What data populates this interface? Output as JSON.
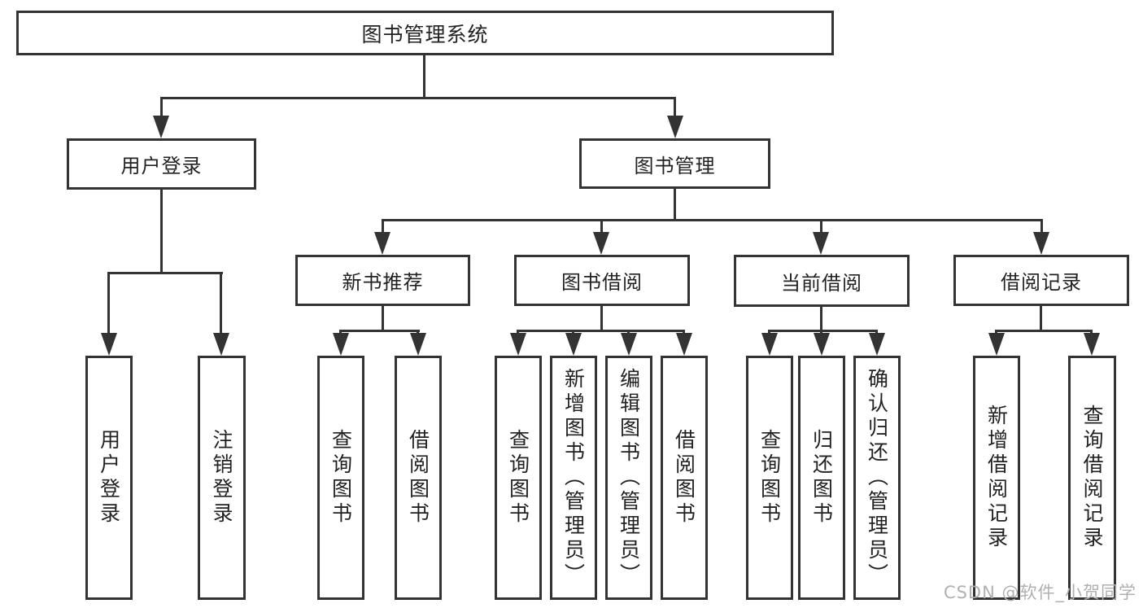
{
  "tree": {
    "label": "图书管理系统",
    "children": [
      {
        "label": "用户登录",
        "children": [
          {
            "label": "用户登录"
          },
          {
            "label": "注销登录"
          }
        ]
      },
      {
        "label": "图书管理",
        "children": [
          {
            "label": "新书推荐",
            "children": [
              {
                "label": "查询图书"
              },
              {
                "label": "借阅图书"
              }
            ]
          },
          {
            "label": "图书借阅",
            "children": [
              {
                "label": "查询图书"
              },
              {
                "label": "新增图书（管理员）"
              },
              {
                "label": "编辑图书（管理员）"
              },
              {
                "label": "借阅图书"
              }
            ]
          },
          {
            "label": "当前借阅",
            "children": [
              {
                "label": "查询图书"
              },
              {
                "label": "归还图书"
              },
              {
                "label": "确认归还（管理员）"
              }
            ]
          },
          {
            "label": "借阅记录",
            "children": [
              {
                "label": "新增借阅记录"
              },
              {
                "label": "查询借阅记录"
              }
            ]
          }
        ]
      }
    ]
  },
  "watermark": {
    "text": "CSDN @软件_小贺同学",
    "color": "#b0b0b0"
  },
  "colors": {
    "line": "#333333",
    "text": "#222222",
    "background": "#ffffff"
  }
}
